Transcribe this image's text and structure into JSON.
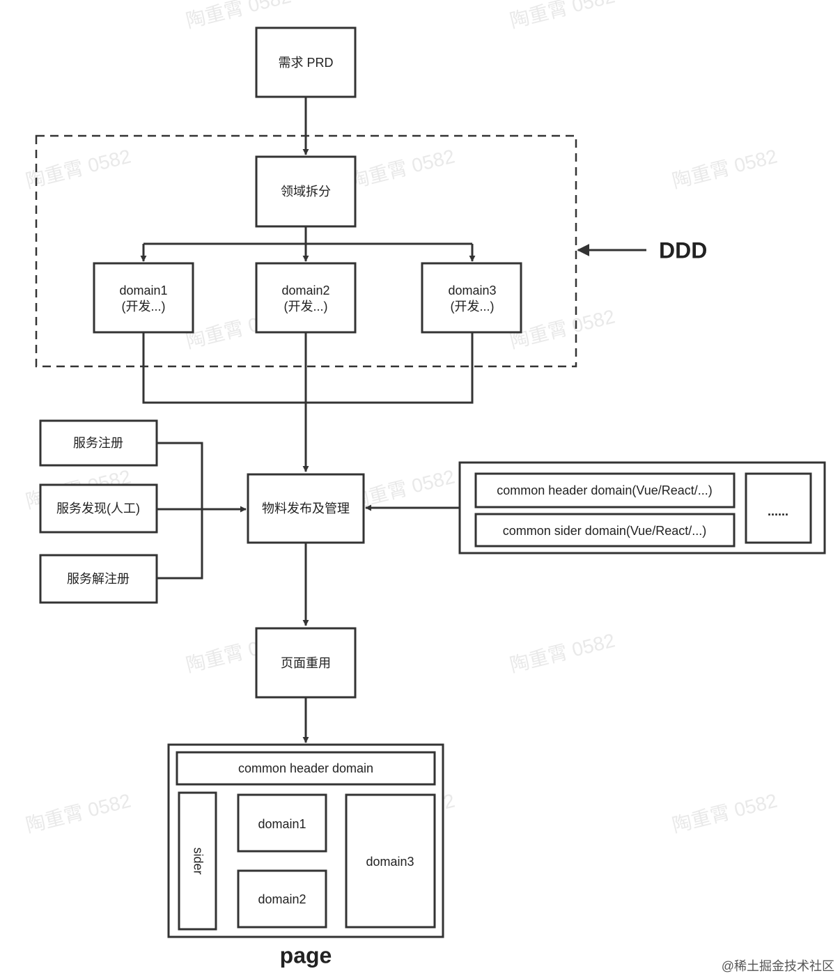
{
  "nodes": {
    "prd": "需求 PRD",
    "split": "领域拆分",
    "domain1_line1": "domain1",
    "domain1_line2": "(开发...)",
    "domain2_line1": "domain2",
    "domain2_line2": "(开发...)",
    "domain3_line1": "domain3",
    "domain3_line2": "(开发...)",
    "service_register": "服务注册",
    "service_discovery": "服务发现(人工)",
    "service_unregister": "服务解注册",
    "material_publish": "物料发布及管理",
    "page_reuse": "页面重用"
  },
  "ddd_label": "DDD",
  "common_domains": {
    "header": "common header domain(Vue/React/...)",
    "sider": "common sider domain(Vue/React/...)",
    "more": "......"
  },
  "page_layout": {
    "header": "common header domain",
    "sider": "sider",
    "domain1": "domain1",
    "domain2": "domain2",
    "domain3": "domain3",
    "title": "page"
  },
  "watermark": "陶重霄 0582",
  "footer_credit": "@稀土掘金技术社区",
  "colors": {
    "stroke": "#333333",
    "text": "#222222",
    "watermark": "#e9e9e9",
    "background": "#ffffff"
  }
}
